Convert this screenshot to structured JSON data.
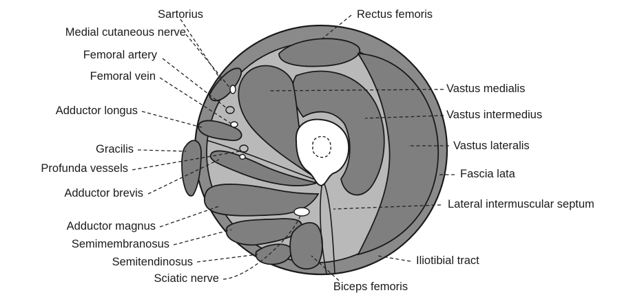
{
  "labels": {
    "sartorius": "Sartorius",
    "medial_cutaneous_nerve": "Medial cutaneous nerve",
    "femoral_artery": "Femoral artery",
    "femoral_vein": "Femoral vein",
    "adductor_longus": "Adductor longus",
    "gracilis": "Gracilis",
    "profunda_vessels": "Profunda vessels",
    "adductor_brevis": "Adductor brevis",
    "adductor_magnus": "Adductor magnus",
    "semimembranosus": "Semimembranosus",
    "semitendinosus": "Semitendinosus",
    "sciatic_nerve": "Sciatic nerve",
    "rectus_femoris": "Rectus femoris",
    "vastus_medialis": "Vastus medialis",
    "vastus_intermedius": "Vastus intermedius",
    "vastus_lateralis": "Vastus lateralis",
    "fascia_lata": "Fascia lata",
    "lateral_intermuscular_septum": "Lateral intermuscular septum",
    "iliotibial_tract": "Iliotibial tract",
    "biceps_femoris": "Biceps femoris"
  }
}
